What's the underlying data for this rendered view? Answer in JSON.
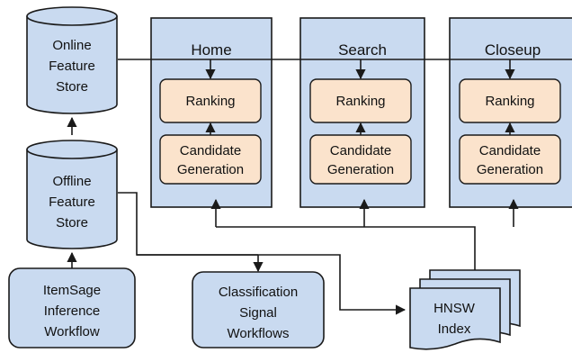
{
  "stores": {
    "online": [
      "Online",
      "Feature",
      "Store"
    ],
    "offline": [
      "Offline",
      "Feature",
      "Store"
    ]
  },
  "workflows": {
    "itemsage": [
      "ItemSage",
      "Inference",
      "Workflow"
    ],
    "classification": [
      "Classification",
      "Signal",
      "Workflows"
    ]
  },
  "surfaces": [
    {
      "title": "Home",
      "ranking": "Ranking",
      "candidate": [
        "Candidate",
        "Generation"
      ]
    },
    {
      "title": "Search",
      "ranking": "Ranking",
      "candidate": [
        "Candidate",
        "Generation"
      ]
    },
    {
      "title": "Closeup",
      "ranking": "Ranking",
      "candidate": [
        "Candidate",
        "Generation"
      ]
    }
  ],
  "index": [
    "HNSW",
    "Index"
  ],
  "colors": {
    "box_fill": "#c9daf0",
    "module_fill": "#fbe3cc",
    "stroke": "#1a1a1a"
  }
}
